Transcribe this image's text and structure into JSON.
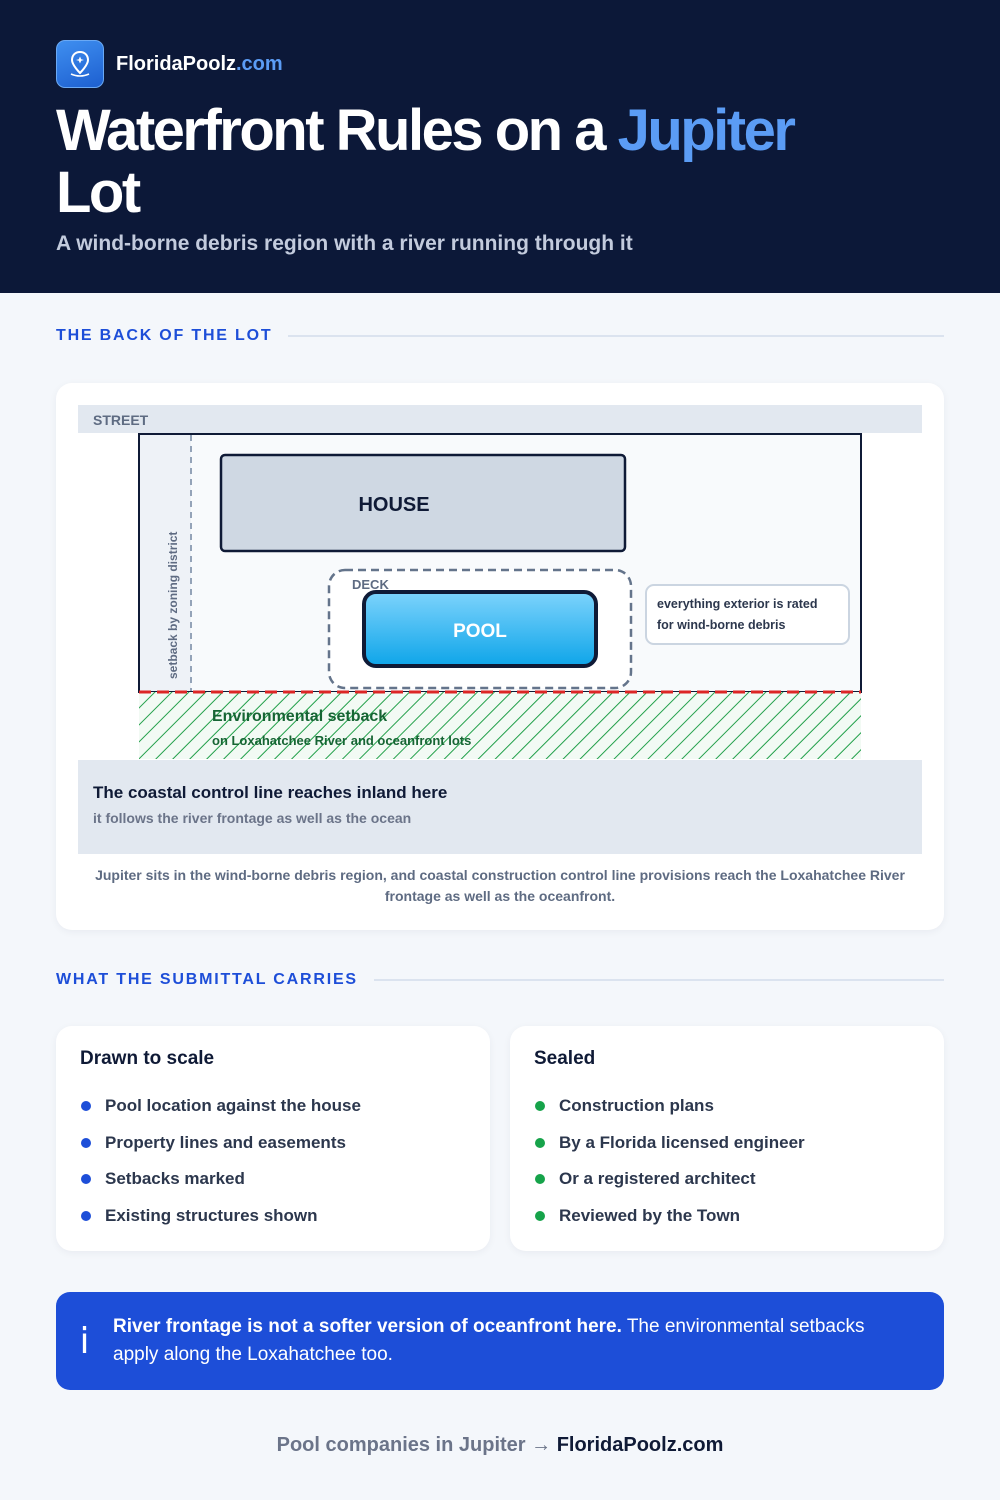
{
  "brand": {
    "name": "FloridaPoolz",
    "domain": ".com",
    "logo_icon": "location-pin-icon"
  },
  "header": {
    "title_main": "Waterfront Rules on a ",
    "title_highlight": "Jupiter",
    "title_end": "Lot",
    "subtitle": "A wind-borne debris region with a river running through it"
  },
  "section_lot": {
    "label": "THE BACK OF THE LOT"
  },
  "diagram": {
    "street": "STREET",
    "house": "HOUSE",
    "deck": "DECK",
    "pool": "POOL",
    "side_setback": "setback by zoning district",
    "callout_line1": "everything exterior is rated",
    "callout_line2": "for wind-borne debris",
    "env_title": "Environmental setback",
    "env_sub": "on Loxahatchee River and oceanfront lots",
    "cccl_title": "The coastal control line reaches inland here",
    "cccl_sub": "it follows the river frontage as well as the ocean",
    "caption": "Jupiter sits in the wind-borne debris region, and coastal construction control line provisions reach the Loxahatchee River frontage as well as the oceanfront."
  },
  "section_submittal": {
    "label": "WHAT THE SUBMITTAL CARRIES"
  },
  "drawn": {
    "title": "Drawn to scale",
    "items": [
      "Pool location against the house",
      "Property lines and easements",
      "Setbacks marked",
      "Existing structures shown"
    ]
  },
  "sealed": {
    "title": "Sealed",
    "items": [
      "Construction plans",
      "By a Florida licensed engineer",
      "Or a registered architect",
      "Reviewed by the Town"
    ]
  },
  "notice": {
    "icon": "info-icon",
    "glyph": "i",
    "bold": "River frontage is not a softer version of oceanfront here.",
    "text": " The environmental setbacks apply along the Loxahatchee too."
  },
  "footer": {
    "prefix": "Pool companies in Jupiter → ",
    "site": "FloridaPoolz.com"
  },
  "colors": {
    "navy": "#0c1838",
    "accent_blue": "#5b9cf5",
    "royal_blue": "#1d4ed8",
    "green": "#16a34a",
    "setback_red": "#dc2626"
  }
}
